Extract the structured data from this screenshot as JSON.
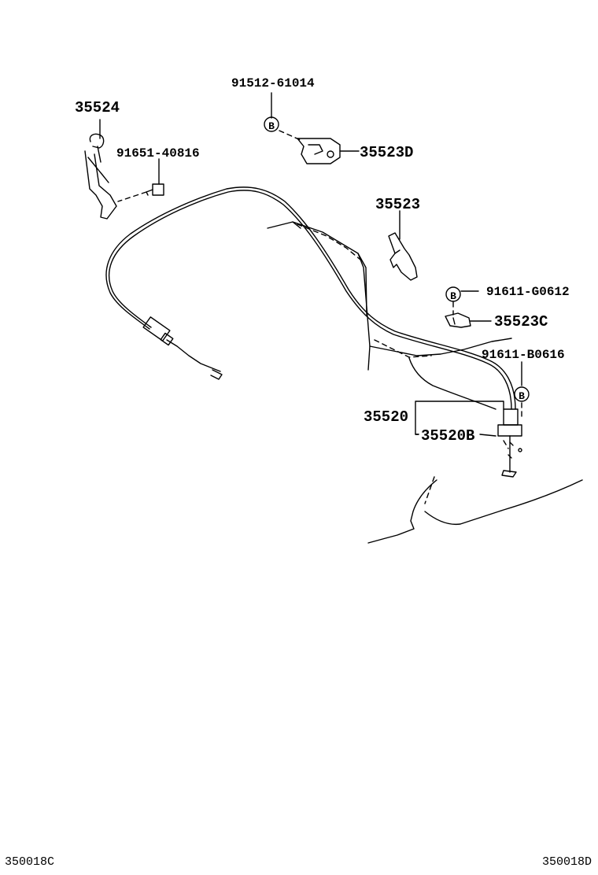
{
  "labels": {
    "p35524": "35524",
    "p91651": "91651-40816",
    "p91512": "91512-61014",
    "p35523D": "35523D",
    "p35523": "35523",
    "p91611G": "91611-G0612",
    "p35523C": "35523C",
    "p91611B": "91611-B0616",
    "p35520": "35520",
    "p35520B": "35520B"
  },
  "markers": {
    "b1": "B",
    "b2": "B",
    "b3": "B"
  },
  "footer": {
    "left_code": "350018C",
    "right_code": "350018D"
  }
}
